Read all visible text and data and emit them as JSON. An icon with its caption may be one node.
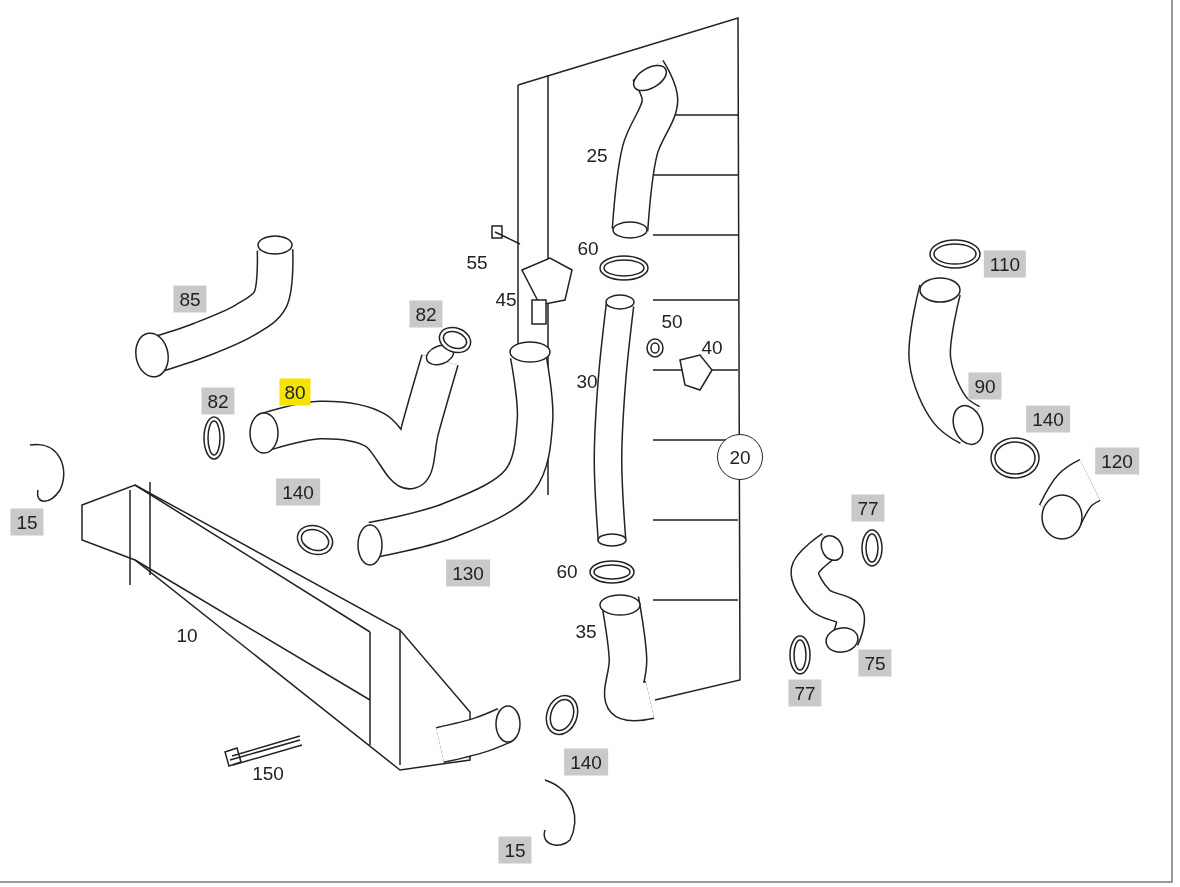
{
  "diagram": {
    "labels": [
      "25",
      "60",
      "55",
      "110",
      "85",
      "45",
      "82",
      "50",
      "40",
      "30",
      "82",
      "80",
      "90",
      "140",
      "20",
      "120",
      "15",
      "140",
      "77",
      "130",
      "60",
      "10",
      "35",
      "75",
      "77",
      "150",
      "140",
      "15"
    ]
  }
}
